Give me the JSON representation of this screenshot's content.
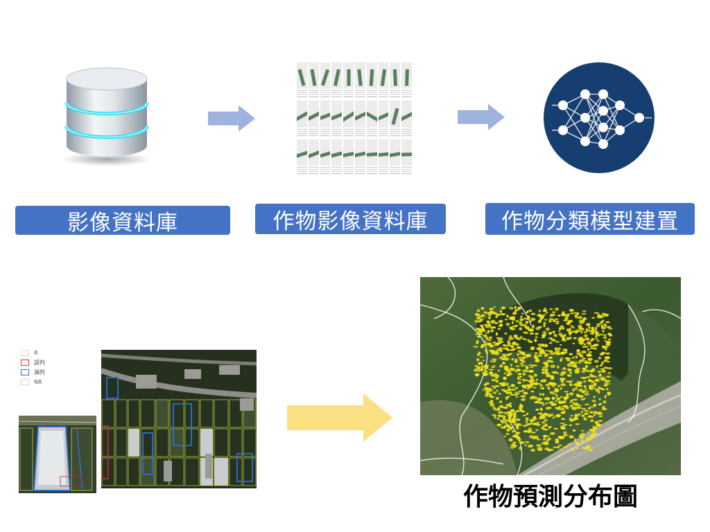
{
  "steps": [
    {
      "label": "影像資料庫"
    },
    {
      "label": "作物影像資料庫"
    },
    {
      "label": "作物分類模型建置"
    }
  ],
  "legend": {
    "items": [
      {
        "label": "R",
        "color": "#d9d9d9"
      },
      {
        "label": "誤判",
        "color": "#e03030"
      },
      {
        "label": "漏判",
        "color": "#2f6fd6"
      },
      {
        "label": "NR",
        "color": "#d9d9d9"
      }
    ]
  },
  "output": {
    "title": "作物預測分布圖"
  },
  "colors": {
    "label_bg": "#4472c4",
    "arrow_blue": "#9fb3e0",
    "arrow_yellow": "#fbe083",
    "nn_circle": "#173e70",
    "crop_highlight": "#f2e21a"
  },
  "icons": {
    "database": "database-icon",
    "neural_network": "neural-network-icon"
  }
}
